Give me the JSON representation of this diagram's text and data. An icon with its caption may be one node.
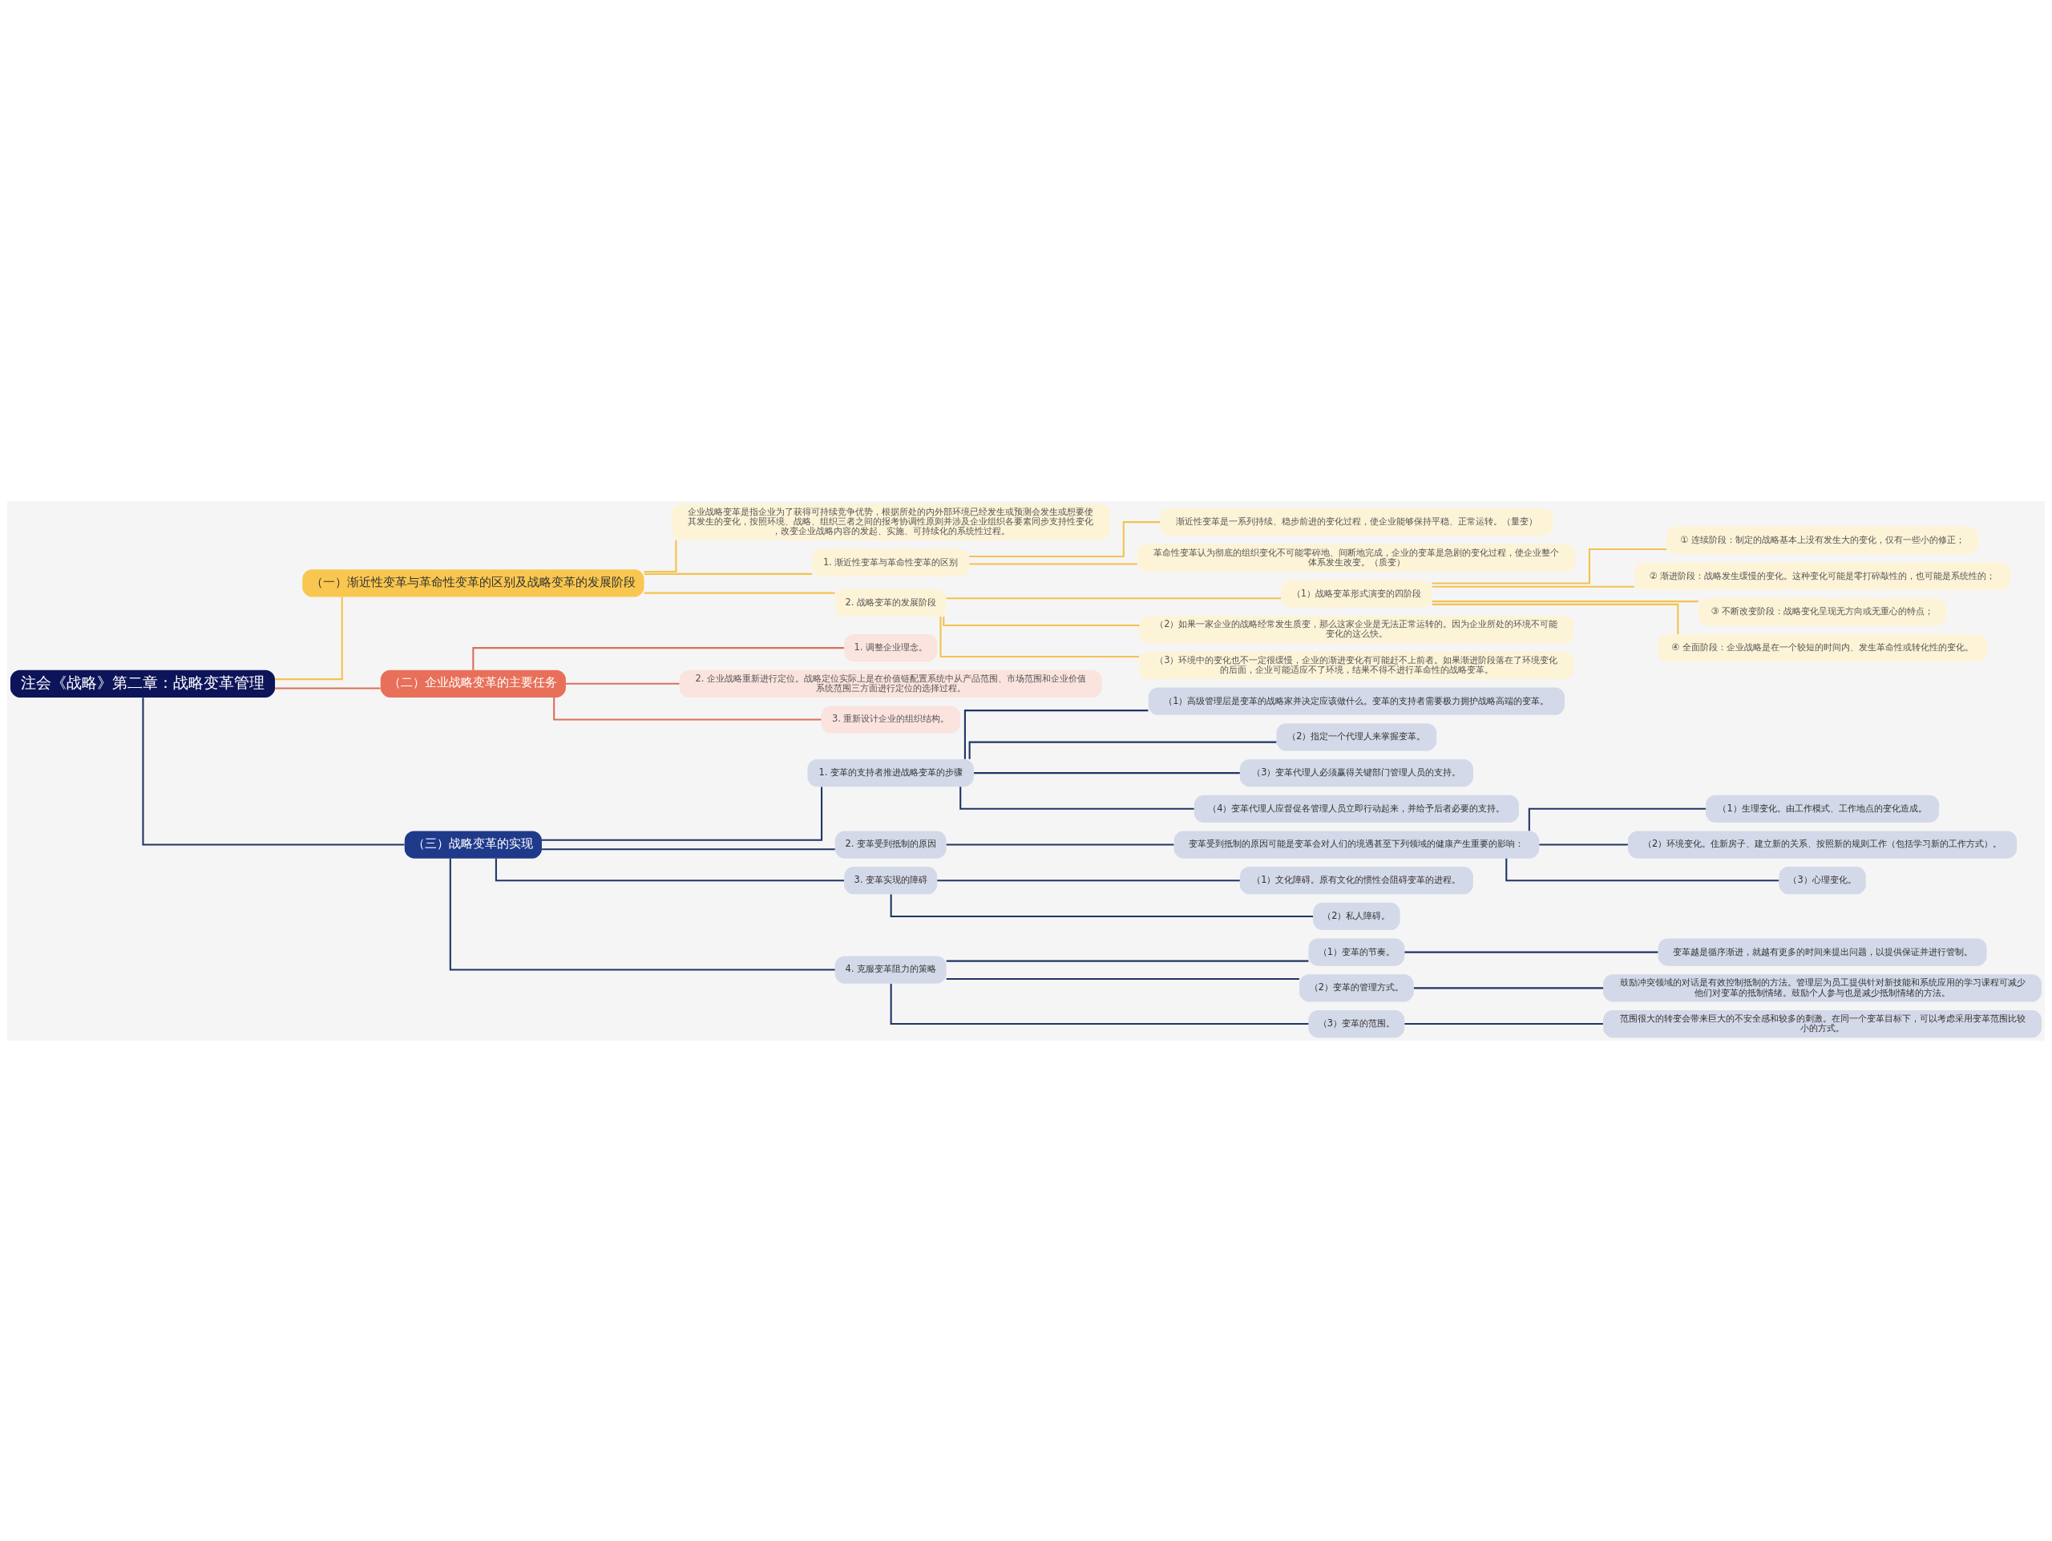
{
  "diagram": {
    "nodes": [
      {
        "text": [
          "注会《战略》第二章：战略变革管理"
        ]
      },
      {
        "text": [
          "（一）渐近性变革与革命性变革的区别及战略变革的发展阶段"
        ]
      },
      {
        "text": [
          "企业战略变革是指企业为了获得可持续竞争优势，根据所处的内外部环境已经发生或预测会发生或想要使其发生的变化，按照环境、战略、组织三者之间的报考协调性原则并涉及企业组织各要素同步支持性变化，改变企业战略内容的发起、实施、可持续化的系统性过程。"
        ]
      },
      {
        "text": [
          "1. 渐近性变革与革命性变革的区别"
        ]
      },
      {
        "text": [
          "渐近性变革是一系列持续、稳步前进的变化过程，使企业能够保持平稳、正常运转。（量变）"
        ]
      },
      {
        "text": [
          "革命性变革认为彻底的组织变化不可能零碎地、间断地完成，企业的变革是急剧的变化过程，使企业整个体系发生改变。（质变）"
        ]
      },
      {
        "text": [
          "2. 战略变革的发展阶段"
        ]
      },
      {
        "text": [
          "（1）战略变革形式演变的四阶段"
        ]
      },
      {
        "text": [
          "① 连续阶段：制定的战略基本上没有发生大的变化，仅有一些小的修正；"
        ]
      },
      {
        "text": [
          "② 渐进阶段：战略发生缓慢的变化。这种变化可能是零打碎敲性的，也可能是系统性的；"
        ]
      },
      {
        "text": [
          "③ 不断改变阶段：战略变化呈现无方向或无重心的特点；"
        ]
      },
      {
        "text": [
          "④ 全面阶段：企业战略是在一个较短的时间内、发生革命性或转化性的变化。"
        ]
      },
      {
        "text": [
          "（2）如果一家企业的战略经常发生质变，那么这家企业是无法正常运转的。因为企业所处的环境不可能变化的这么快。"
        ]
      },
      {
        "text": [
          "（3）环境中的变化也不一定很缓慢，企业的渐进变化有可能赶不上前者。如果渐进阶段落在了环境变化的后面，企业可能适应不了环境，结果不得不进行革命性的战略变革。"
        ]
      },
      {
        "text": [
          "（二）企业战略变革的主要任务"
        ]
      },
      {
        "text": [
          "1. 调整企业理念。"
        ]
      },
      {
        "text": [
          "2. 企业战略重新进行定位。战略定位实际上是在价值链配置系统中从产品范围、市场范围和企业价值系统范围三方面进行定位的选择过程。"
        ]
      },
      {
        "text": [
          "3. 重新设计企业的组织结构。"
        ]
      },
      {
        "text": [
          "（三）战略变革的实现"
        ]
      },
      {
        "text": [
          "1. 变革的支持者推进战略变革的步骤"
        ]
      },
      {
        "text": [
          "（1）高级管理层是变革的战略家并决定应该做什么。变革的支持者需要极力拥护战略高端的变革。"
        ]
      },
      {
        "text": [
          "（2）指定一个代理人来掌握变革。"
        ]
      },
      {
        "text": [
          "（3）变革代理人必须赢得关键部门管理人员的支持。"
        ]
      },
      {
        "text": [
          "（4）变革代理人应督促各管理人员立即行动起来，并给予后者必要的支持。"
        ]
      },
      {
        "text": [
          "2. 变革受到抵制的原因"
        ]
      },
      {
        "text": [
          "变革受到抵制的原因可能是变革会对人们的境遇甚至下列领域的健康产生重要的影响："
        ]
      },
      {
        "text": [
          "（1）生理变化。由工作模式、工作地点的变化造成。"
        ]
      },
      {
        "text": [
          "（2）环境变化。住新房子、建立新的关系、按照新的规则工作（包括学习新的工作方式）。"
        ]
      },
      {
        "text": [
          "（3）心理变化。"
        ]
      },
      {
        "text": [
          "3. 变革实现的障碍"
        ]
      },
      {
        "text": [
          "（1）文化障碍。原有文化的惯性会阻碍变革的进程。"
        ]
      },
      {
        "text": [
          "（2）私人障碍。"
        ]
      },
      {
        "text": [
          "4. 克服变革阻力的策略"
        ]
      },
      {
        "text": [
          "（1）变革的节奏。"
        ]
      },
      {
        "text": [
          "变革越是循序渐进，就越有更多的时间来提出问题，以提供保证并进行管制。"
        ]
      },
      {
        "text": [
          "（2）变革的管理方式。"
        ]
      },
      {
        "text": [
          "鼓励冲突领域的对话是有效控制抵制的方法。管理层为员工提供针对新技能和系统应用的学习课程可减少他们对变革的抵制情绪。鼓励个人参与也是减少抵制情绪的方法。"
        ]
      },
      {
        "text": [
          "（3）变革的范围。"
        ]
      },
      {
        "text": [
          "范围很大的转变会带来巨大的不安全感和较多的刺激。在同一个变革目标下，可以考虑采用变革范围比较小的方式。"
        ]
      }
    ],
    "edges": [
      {
        "from": 0,
        "to": 1,
        "arrow": "none",
        "color": "#f4c24d"
      },
      {
        "from": 1,
        "to": 2,
        "arrow": "none",
        "color": "#f4c24d"
      },
      {
        "from": 1,
        "to": 3,
        "arrow": "none",
        "color": "#f4c24d"
      },
      {
        "from": 3,
        "to": 4,
        "arrow": "none",
        "color": "#f4c24d"
      },
      {
        "from": 3,
        "to": 5,
        "arrow": "none",
        "color": "#f4c24d"
      },
      {
        "from": 1,
        "to": 6,
        "arrow": "none",
        "color": "#f4c24d"
      },
      {
        "from": 6,
        "to": 7,
        "arrow": "none",
        "color": "#f4c24d"
      },
      {
        "from": 7,
        "to": 8,
        "arrow": "none",
        "color": "#f4c24d"
      },
      {
        "from": 7,
        "to": 9,
        "arrow": "none",
        "color": "#f4c24d"
      },
      {
        "from": 7,
        "to": 10,
        "arrow": "none",
        "color": "#f4c24d"
      },
      {
        "from": 7,
        "to": 11,
        "arrow": "none",
        "color": "#f4c24d"
      },
      {
        "from": 6,
        "to": 12,
        "arrow": "none",
        "color": "#f4c24d"
      },
      {
        "from": 6,
        "to": 13,
        "arrow": "none",
        "color": "#f4c24d"
      },
      {
        "from": 0,
        "to": 14,
        "arrow": "none",
        "color": "#d9705a"
      },
      {
        "from": 14,
        "to": 15,
        "arrow": "none",
        "color": "#d9705a"
      },
      {
        "from": 14,
        "to": 16,
        "arrow": "none",
        "color": "#d9705a"
      },
      {
        "from": 14,
        "to": 17,
        "arrow": "none",
        "color": "#d9705a"
      },
      {
        "from": 0,
        "to": 18,
        "arrow": "none"
      },
      {
        "from": 18,
        "to": 19,
        "arrow": "none"
      },
      {
        "from": 19,
        "to": 20,
        "arrow": "none"
      },
      {
        "from": 19,
        "to": 21,
        "arrow": "none"
      },
      {
        "from": 19,
        "to": 22,
        "arrow": "none"
      },
      {
        "from": 19,
        "to": 23,
        "arrow": "none"
      },
      {
        "from": 18,
        "to": 24,
        "arrow": "none"
      },
      {
        "from": 24,
        "to": 25,
        "arrow": "none"
      },
      {
        "from": 25,
        "to": 26,
        "arrow": "none"
      },
      {
        "from": 25,
        "to": 27,
        "arrow": "none"
      },
      {
        "from": 25,
        "to": 28,
        "arrow": "none"
      },
      {
        "from": 18,
        "to": 29,
        "arrow": "none"
      },
      {
        "from": 29,
        "to": 30,
        "arrow": "none"
      },
      {
        "from": 29,
        "to": 31,
        "arrow": "none"
      },
      {
        "from": 18,
        "to": 32,
        "arrow": "none"
      },
      {
        "from": 32,
        "to": 33,
        "arrow": "none"
      },
      {
        "from": 33,
        "to": 34,
        "arrow": "none"
      },
      {
        "from": 32,
        "to": 35,
        "arrow": "none"
      },
      {
        "from": 35,
        "to": 36,
        "arrow": "none"
      },
      {
        "from": 32,
        "to": 37,
        "arrow": "none"
      },
      {
        "from": 37,
        "to": 38,
        "arrow": "none"
      }
    ]
  }
}
